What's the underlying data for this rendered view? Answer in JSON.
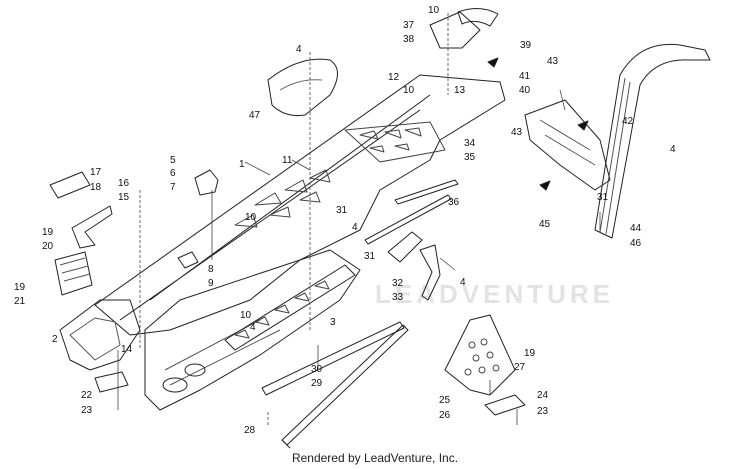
{
  "watermark": "LEADVENTURE",
  "caption": "Rendered by LeadVenture, Inc.",
  "callouts": [
    "1",
    "2",
    "3",
    "4",
    "5",
    "6",
    "7",
    "8",
    "9",
    "10",
    "11",
    "12",
    "13",
    "14",
    "15",
    "16",
    "17",
    "18",
    "19",
    "20",
    "21",
    "22",
    "23",
    "24",
    "25",
    "26",
    "27",
    "28",
    "29",
    "30",
    "31",
    "32",
    "33",
    "34",
    "35",
    "36",
    "37",
    "38",
    "39",
    "40",
    "41",
    "42",
    "43",
    "44",
    "45",
    "46",
    "47"
  ]
}
